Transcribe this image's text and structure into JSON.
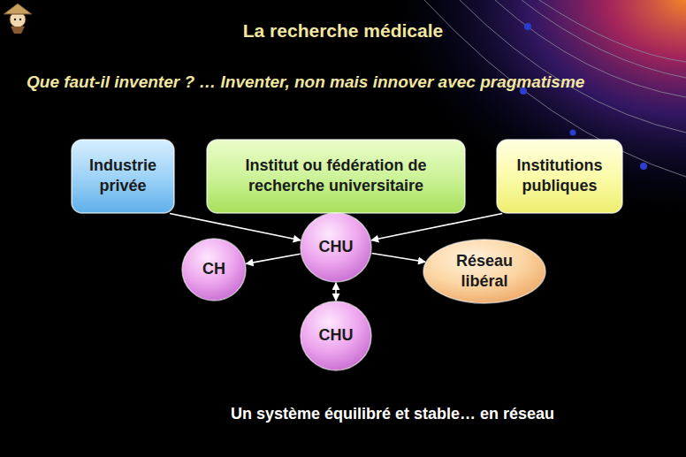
{
  "diagram": {
    "title": "La recherche médicale",
    "caption": "Un système équilibré et stable… en réseau",
    "nodes": [
      {
        "text": [
          "Industrie privée"
        ]
      },
      {
        "text": [
          "Institut ou fédération de recherche universitaire"
        ]
      },
      {
        "text": [
          "Institutions publiques"
        ]
      },
      {
        "text": [
          "CHU"
        ]
      },
      {
        "text": [
          "CH"
        ]
      },
      {
        "text": [
          "Réseau libéral"
        ]
      },
      {
        "text": [
          "CHU"
        ]
      }
    ],
    "edges": [
      {
        "from": 0,
        "to": 3,
        "arrow": "to"
      },
      {
        "from": 2,
        "to": 3,
        "arrow": "to"
      },
      {
        "from": 3,
        "to": 4,
        "arrow": "to"
      },
      {
        "from": 3,
        "to": 5,
        "arrow": "to"
      },
      {
        "from": 3,
        "to": 6,
        "arrow": "both"
      }
    ],
    "labels": [
      "Que faut-il inventer ? … Inventer, non mais innover avec pragmatisme"
    ]
  }
}
